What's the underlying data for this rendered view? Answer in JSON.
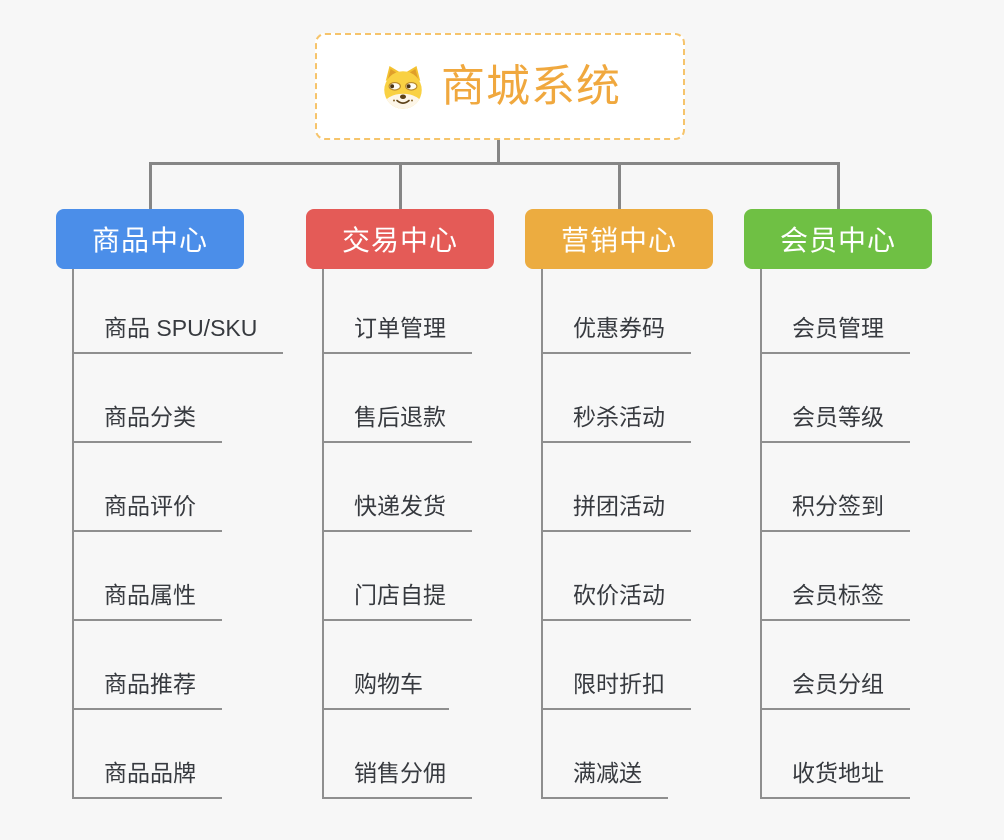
{
  "root": {
    "title": "商城系统",
    "title_color": "#f0a83e",
    "icon": "doge-face-icon",
    "border_color": "#f6c46b"
  },
  "branches": [
    {
      "label": "商品中心",
      "color": "#4b8ee9",
      "items": [
        "商品 SPU/SKU",
        "商品分类",
        "商品评价",
        "商品属性",
        "商品推荐",
        "商品品牌"
      ]
    },
    {
      "label": "交易中心",
      "color": "#e45b57",
      "items": [
        "订单管理",
        "售后退款",
        "快递发货",
        "门店自提",
        "购物车",
        "销售分佣"
      ]
    },
    {
      "label": "营销中心",
      "color": "#ecac40",
      "items": [
        "优惠券码",
        "秒杀活动",
        "拼团活动",
        "砍价活动",
        "限时折扣",
        "满减送"
      ]
    },
    {
      "label": "会员中心",
      "color": "#6fc044",
      "items": [
        "会员管理",
        "会员等级",
        "积分签到",
        "会员标签",
        "会员分组",
        "收货地址"
      ]
    }
  ],
  "colors": {
    "background": "#f7f7f7",
    "connector": "#868686",
    "underline": "#8f8f8f",
    "item_text": "#373a3f"
  }
}
